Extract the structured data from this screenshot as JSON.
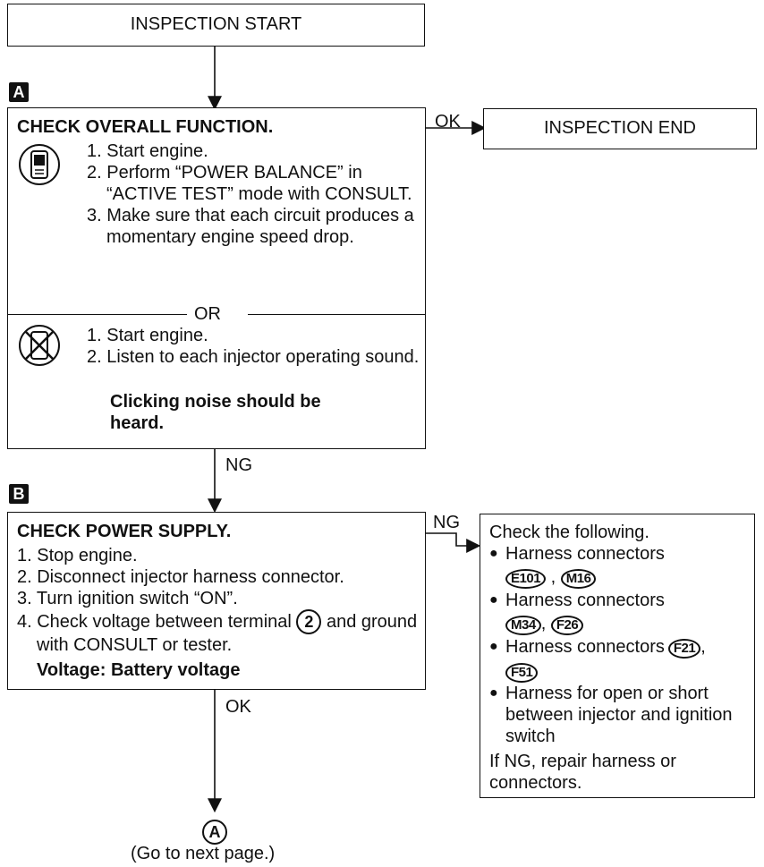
{
  "start_box": "INSPECTION START",
  "end_box": "INSPECTION END",
  "step_a": {
    "badge": "A",
    "title": "CHECK OVERALL FUNCTION.",
    "consult_steps": [
      "1. Start engine.",
      "2. Perform “POWER BALANCE” in “ACTIVE TEST” mode with CONSULT.",
      "3. Make sure that each circuit produces a momentary engine speed drop."
    ],
    "or_label": "OR",
    "manual_steps": [
      "1. Start engine.",
      "2. Listen to each injector operating sound."
    ],
    "manual_note": "Clicking noise should be heard."
  },
  "step_b": {
    "badge": "B",
    "title": "CHECK POWER SUPPLY.",
    "steps": [
      "1. Stop engine.",
      "2. Disconnect injector harness connector.",
      "3. Turn ignition switch “ON”."
    ],
    "step4_pre": "4. Check voltage between terminal",
    "step4_terminal": "2",
    "step4_post": "and ground with CONSULT or tester.",
    "voltage_note": "Voltage: Battery voltage"
  },
  "check_box": {
    "heading": "Check the following.",
    "item1_label": "Harness connectors",
    "item1_c1": "E101",
    "item1_sep": ",",
    "item1_c2": "M16",
    "item2_label": "Harness connectors",
    "item2_c1": "M34",
    "item2_sep": ",",
    "item2_c2": "F26",
    "item3_label": "Harness connectors",
    "item3_c1": "F21",
    "item3_sep": ",",
    "item3_c2": "F51",
    "item4_text": "Harness for open or short between injector and ignition switch",
    "footer": "If NG, repair harness or connectors."
  },
  "arrow_labels": {
    "ok_top": "OK",
    "ng_a": "NG",
    "ng_b": "NG",
    "ok_b": "OK"
  },
  "continuation": {
    "connector": "A",
    "note": "(Go to next page.)"
  }
}
